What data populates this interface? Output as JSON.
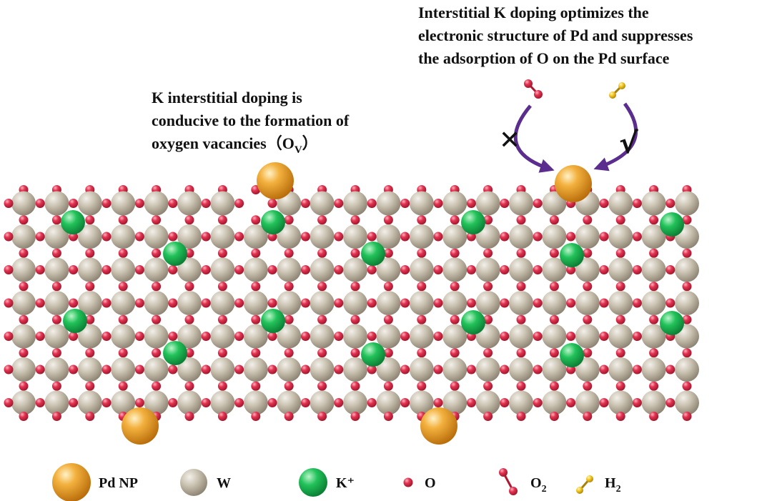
{
  "captions": {
    "right": {
      "lines": [
        "Interstitial K doping optimizes the",
        "electronic structure of Pd and suppresses",
        "the adsorption of O on the Pd surface"
      ]
    },
    "left": {
      "lines": [
        "K interstitial doping is",
        "conducive to the formation of",
        "oxygen vacancies（O"
      ],
      "subscript": "V",
      "closing": "）"
    }
  },
  "cycle": {
    "blocked_mark": "✕",
    "allowed_mark": "√"
  },
  "legend": [
    {
      "key": "pd",
      "label": "Pd NP",
      "sub": ""
    },
    {
      "key": "w",
      "label": "W",
      "sub": ""
    },
    {
      "key": "k",
      "label": "K⁺",
      "sub": ""
    },
    {
      "key": "o",
      "label": "O",
      "sub": ""
    },
    {
      "key": "o2",
      "label": "O",
      "sub": "2"
    },
    {
      "key": "h2",
      "label": "H",
      "sub": "2"
    }
  ],
  "colors": {
    "pd": "#e6951c",
    "w": "#c9c1b0",
    "k": "#1fbd55",
    "o": "#e0304c",
    "h2": "#f0c020",
    "arrow": "#5b2d8e",
    "text": "#111111"
  },
  "icons": {
    "pd": "orange-sphere-icon",
    "w": "gray-sphere-icon",
    "k": "green-sphere-icon",
    "o": "red-dot-icon",
    "o2": "o2-molecule-icon",
    "h2": "h2-molecule-icon"
  }
}
